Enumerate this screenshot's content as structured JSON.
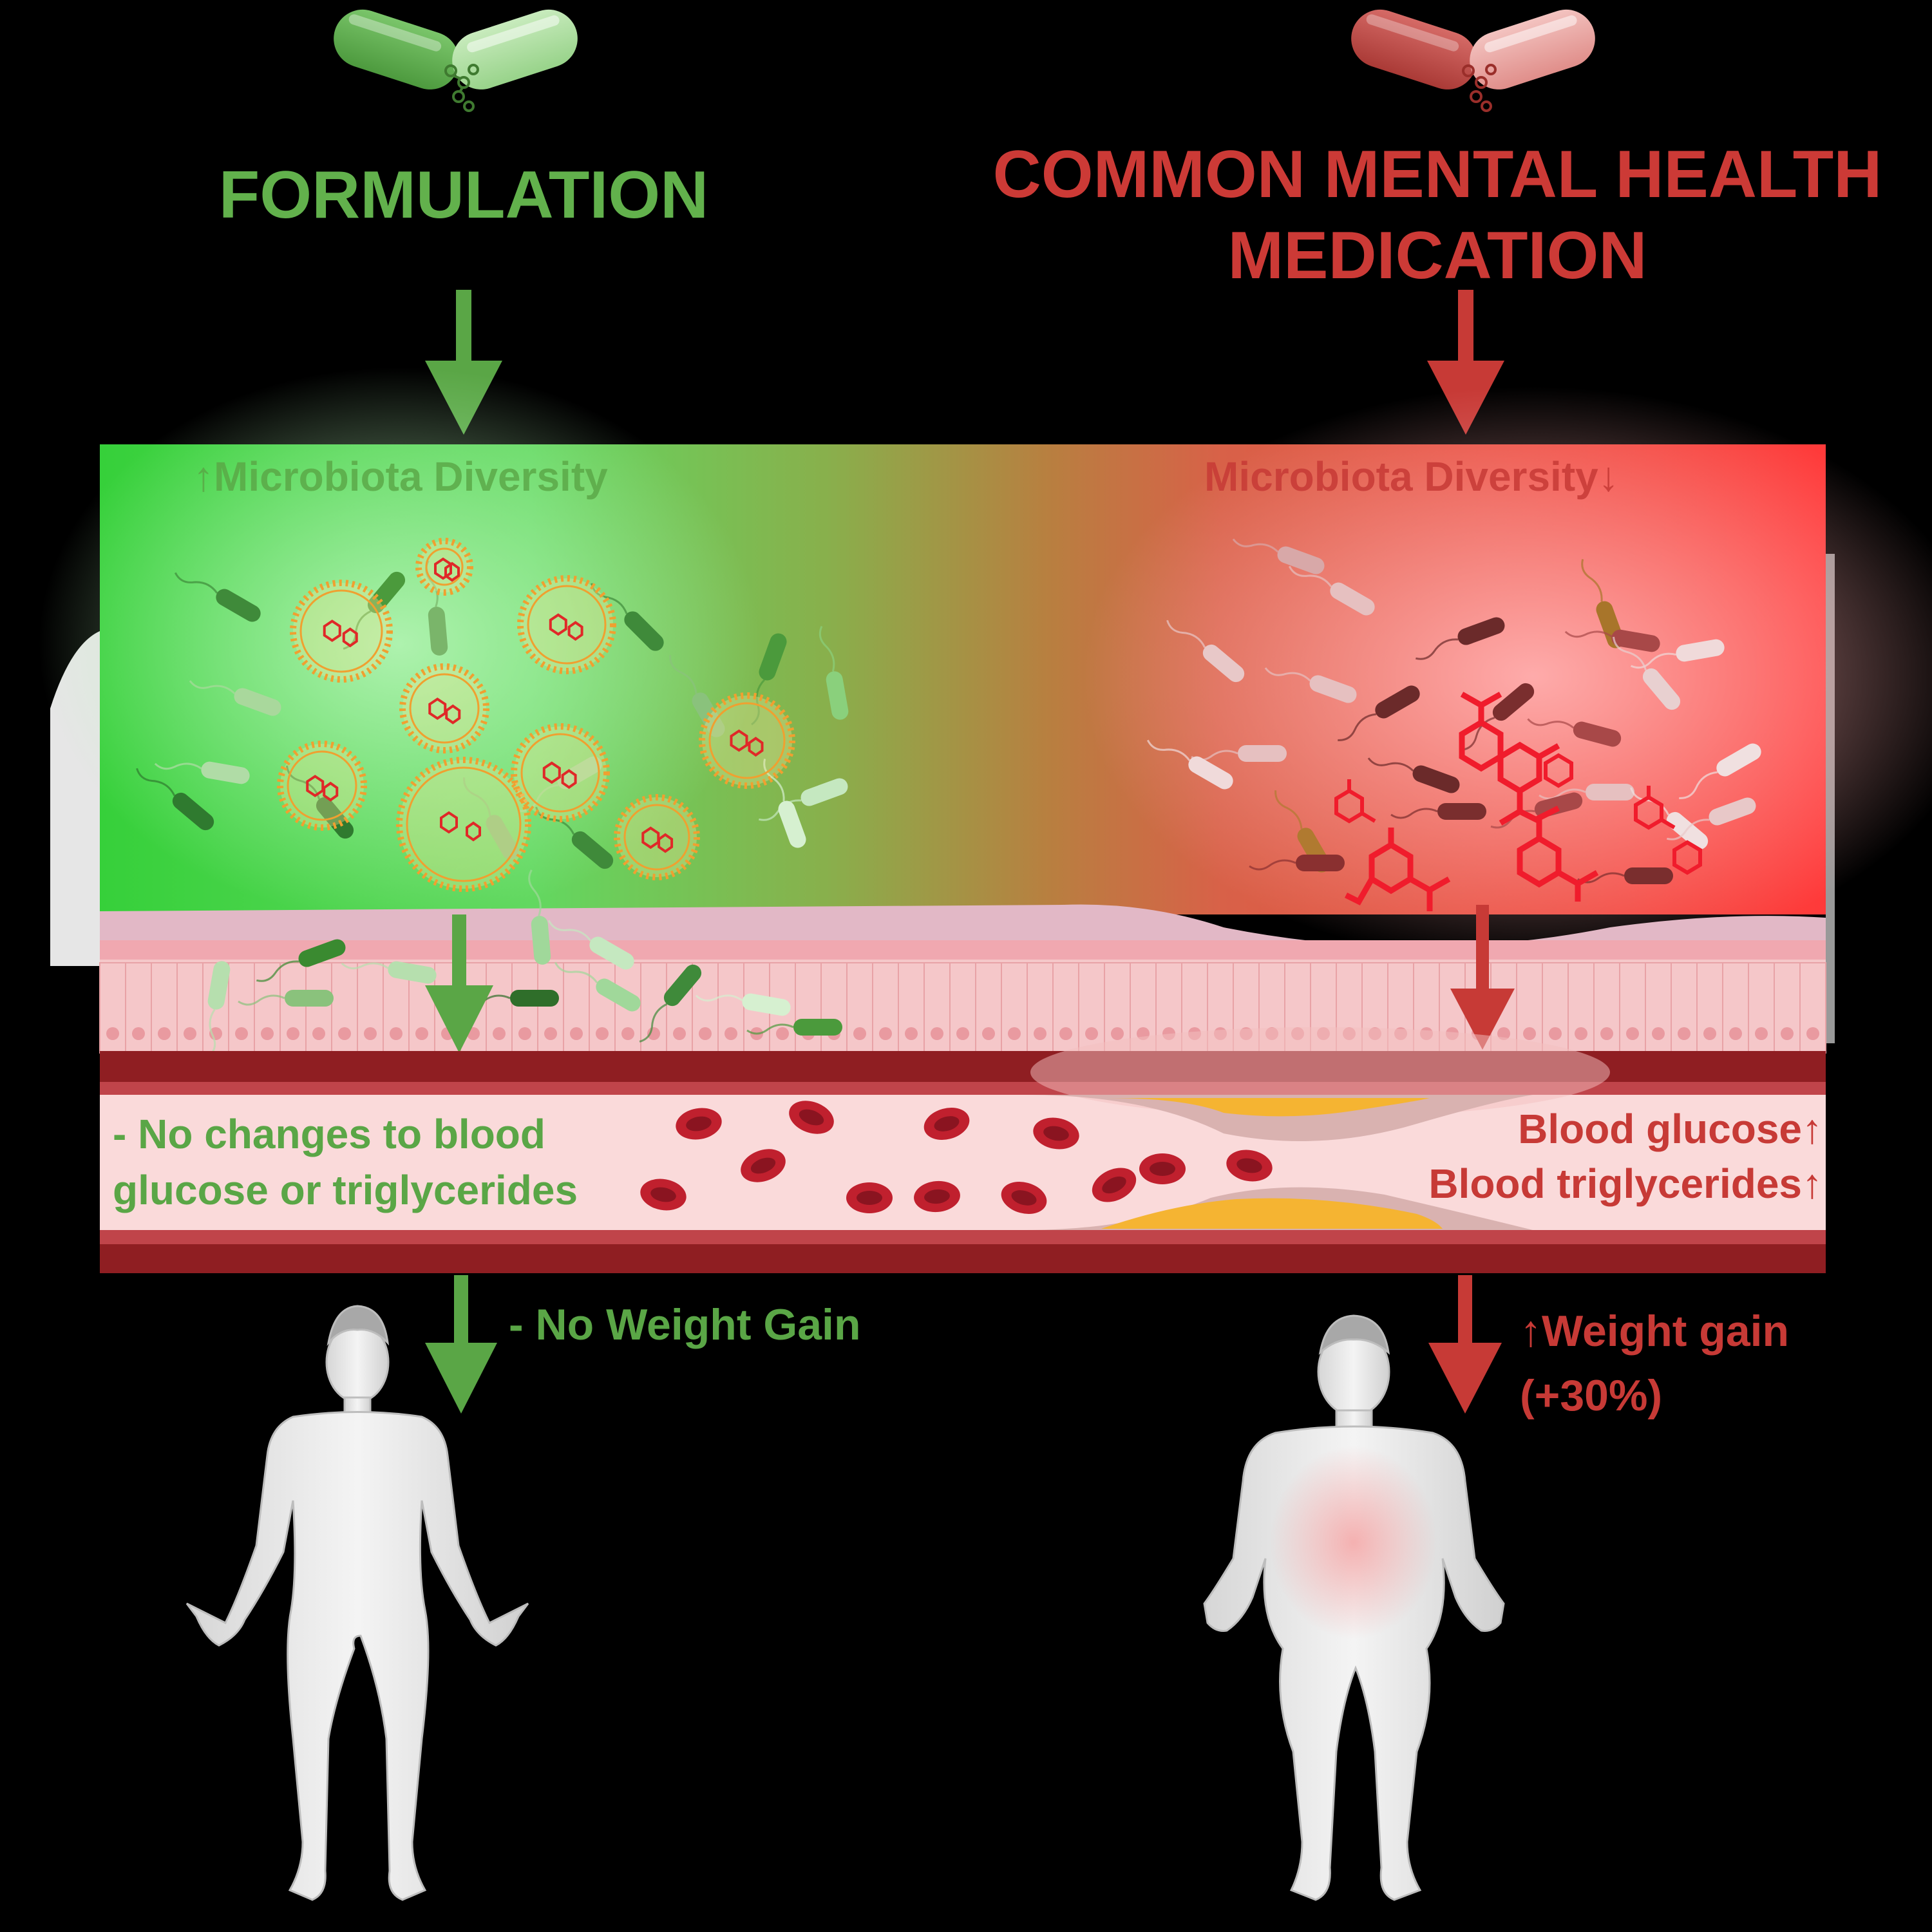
{
  "left": {
    "title": "FORMULATION",
    "diversity": "↑Microbiota Diversity",
    "blood_line1": "- No changes to blood",
    "blood_line2": "glucose or triglycerides",
    "weight": "- No Weight Gain"
  },
  "right": {
    "title_line1": "COMMON MENTAL HEALTH",
    "title_line2": "MEDICATION",
    "diversity": "Microbiota Diversity↓",
    "blood_line1": "Blood glucose↑",
    "blood_line2": "Blood triglycerides↑",
    "weight_line1": "↑Weight gain",
    "weight_line2": "(+30%)"
  },
  "colors": {
    "green": "#5aa646",
    "green_text": "#62b14c",
    "red": "#c73a36",
    "red_text": "#cc3a36",
    "blood_cell": "#c0202e",
    "vessel_wall": "#8f1e22",
    "plaque": "#f5b432",
    "lumen": "#fadada"
  }
}
